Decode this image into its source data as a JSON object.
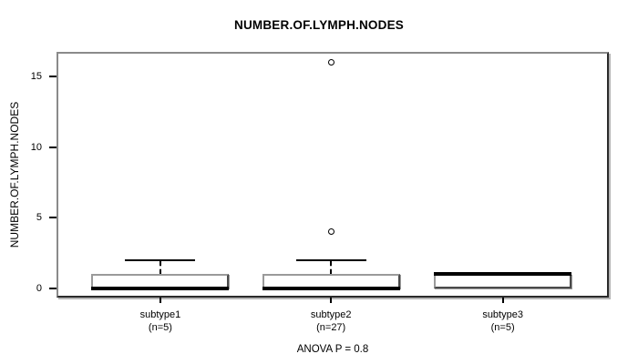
{
  "title": "NUMBER.OF.LYMPH.NODES",
  "colors": {
    "foreground": "#000000",
    "background": "#ffffff",
    "box_fill": "#ffffff",
    "box_edge_light": "#9a9a9a",
    "box_edge_dark": "#4a4a4a",
    "shadow": "#b4b4b4"
  },
  "chart_data": {
    "type": "boxplot",
    "title": "NUMBER.OF.LYMPH.NODES",
    "ylabel": "NUMBER.OF.LYMPH.NODES",
    "xlabel": "",
    "annotation": "ANOVA P = 0.8",
    "legend": "none",
    "grid": "off",
    "yticks": [
      0,
      5,
      10,
      15
    ],
    "ylim": [
      -0.65,
      16.75
    ],
    "categories": [
      "subtype1",
      "subtype2",
      "subtype3"
    ],
    "groups": [
      {
        "label": "subtype1",
        "sublabel": "(n=5)",
        "n": 5,
        "whisker_low": 0,
        "q1": 0,
        "median": 0,
        "q3": 1,
        "whisker_high": 2,
        "outliers": []
      },
      {
        "label": "subtype2",
        "sublabel": "(n=27)",
        "n": 27,
        "whisker_low": 0,
        "q1": 0,
        "median": 0,
        "q3": 1,
        "whisker_high": 2,
        "outliers": [
          4,
          16
        ]
      },
      {
        "label": "subtype3",
        "sublabel": "(n=5)",
        "n": 5,
        "whisker_low": 0,
        "q1": 0,
        "median": 1,
        "q3": 1,
        "whisker_high": 1,
        "outliers": []
      }
    ]
  }
}
